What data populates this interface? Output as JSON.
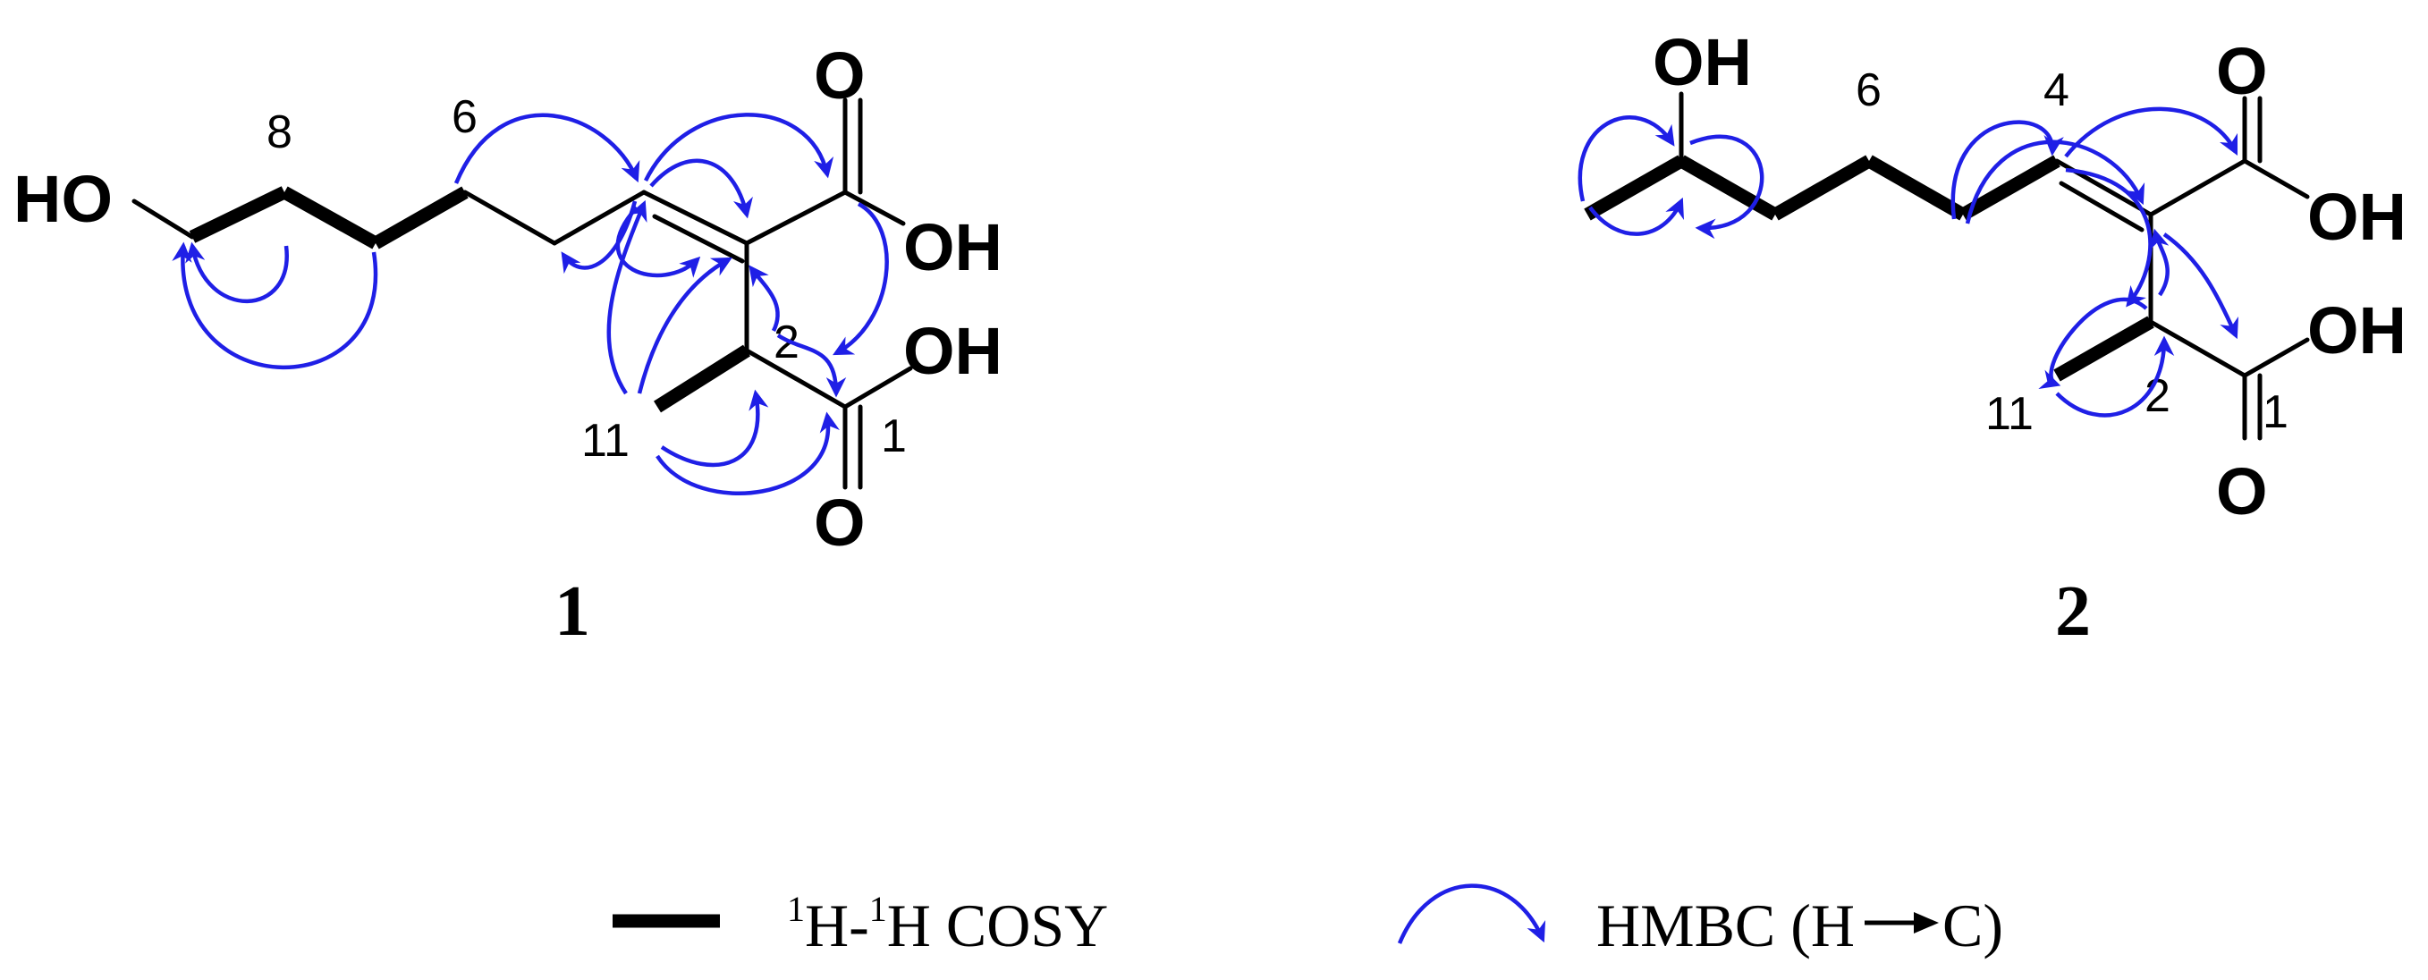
{
  "compounds": [
    {
      "id": "1",
      "atoms": {
        "ho": "HO",
        "oh_upper": "OH",
        "oh_lower": "OH",
        "o_top": "O",
        "o_bottom": "O"
      },
      "numbers": {
        "n8": "8",
        "n6": "6",
        "n2": "2",
        "n11": "11",
        "n1": "1"
      }
    },
    {
      "id": "2",
      "atoms": {
        "oh_top": "OH",
        "oh_upper": "OH",
        "oh_lower": "OH",
        "o_top": "O",
        "o_bottom": "O"
      },
      "numbers": {
        "n6": "6",
        "n4": "4",
        "n2": "2",
        "n11": "11",
        "n1": "1"
      }
    }
  ],
  "legend": {
    "cosy_sup1": "1",
    "cosy_h1": "H-",
    "cosy_sup2": "1",
    "cosy_h2": "H COSY",
    "hmbc_text": "HMBC (H",
    "hmbc_target": "C)"
  },
  "colors": {
    "bond": "#000000",
    "hmbc_arrow": "#1f1fe6",
    "background": "#ffffff"
  }
}
